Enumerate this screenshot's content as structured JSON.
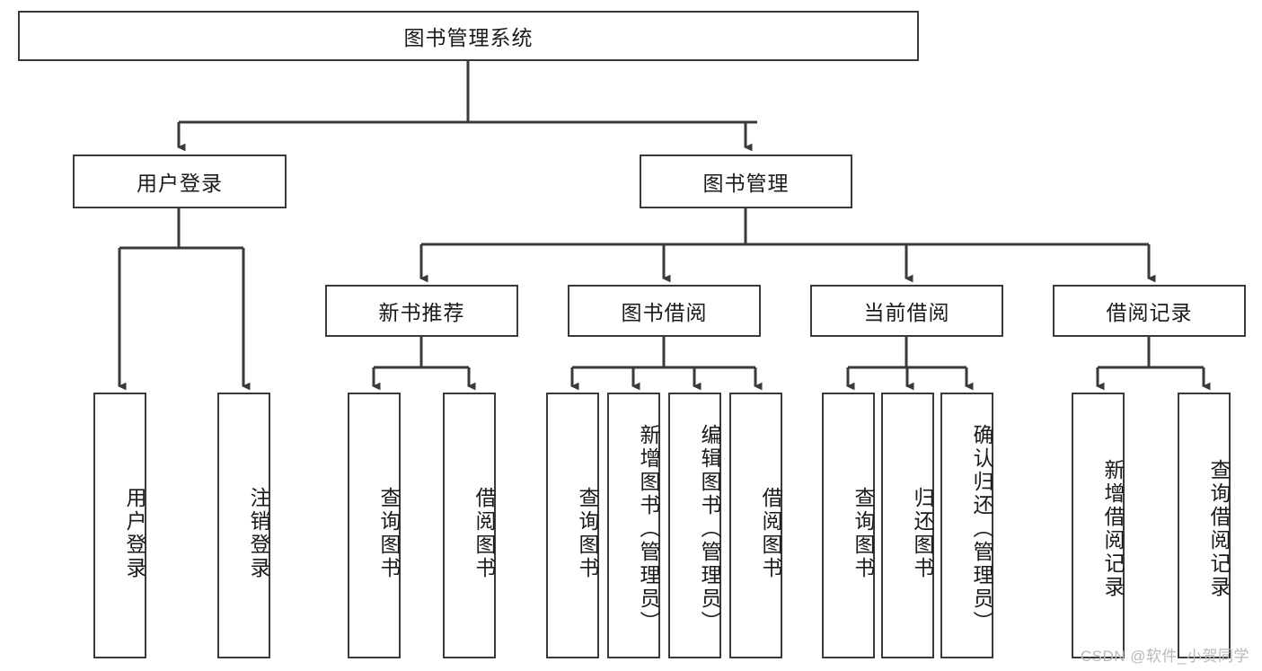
{
  "diagram": {
    "title_node": {
      "label": "图书管理系统"
    },
    "level2": [
      {
        "id": "user-login",
        "label": "用户登录"
      },
      {
        "id": "book-management",
        "label": "图书管理"
      }
    ],
    "level3": [
      {
        "id": "new-book-recommend",
        "label": "新书推荐"
      },
      {
        "id": "book-borrow",
        "label": "图书借阅"
      },
      {
        "id": "current-borrow",
        "label": "当前借阅"
      },
      {
        "id": "borrow-record",
        "label": "借阅记录"
      }
    ],
    "leaves": {
      "user_login": [
        {
          "id": "leaf-user-login",
          "label": "用户登录"
        },
        {
          "id": "leaf-logout-login",
          "label": "注销登录"
        }
      ],
      "new_book_recommend": [
        {
          "id": "leaf-query-book-1",
          "label": "查询图书"
        },
        {
          "id": "leaf-borrow-book-1",
          "label": "借阅图书"
        }
      ],
      "book_borrow": [
        {
          "id": "leaf-query-book-2",
          "label": "查询图书"
        },
        {
          "id": "leaf-add-book",
          "label": "新增图书（管理员）"
        },
        {
          "id": "leaf-edit-book",
          "label": "编辑图书（管理员）"
        },
        {
          "id": "leaf-borrow-book-2",
          "label": "借阅图书"
        }
      ],
      "current_borrow": [
        {
          "id": "leaf-query-book-3",
          "label": "查询图书"
        },
        {
          "id": "leaf-return-book",
          "label": "归还图书"
        },
        {
          "id": "leaf-confirm-return",
          "label": "确认归还（管理员）"
        }
      ],
      "borrow_record": [
        {
          "id": "leaf-add-record",
          "label": "新增借阅记录"
        },
        {
          "id": "leaf-query-record",
          "label": "查询借阅记录"
        }
      ]
    }
  },
  "watermark": {
    "text": "CSDN @软件_小贺同学"
  },
  "colors": {
    "stroke": "#3a3a3a",
    "fill": "#ffffff",
    "text": "#1a1a1a",
    "watermark": "#b9b9b9"
  }
}
